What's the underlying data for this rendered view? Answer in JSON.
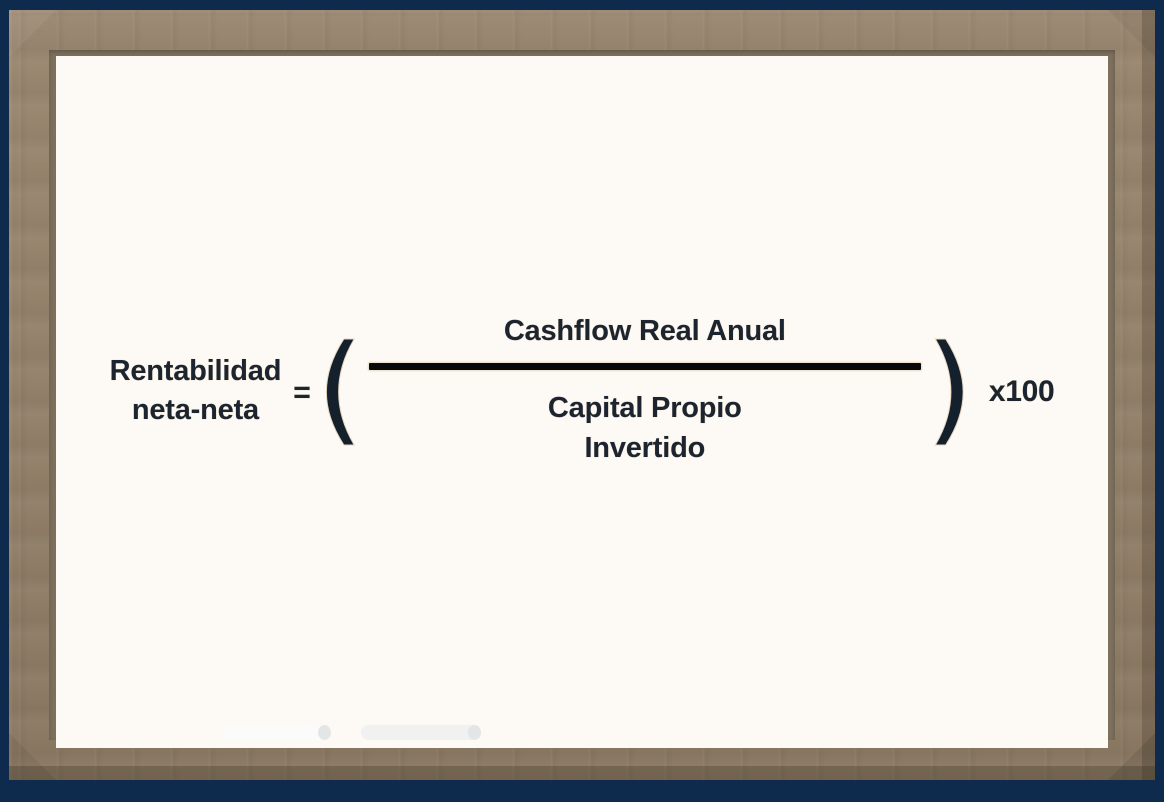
{
  "scene": {
    "background_color": "#0e2a4d",
    "frame_color": "#93816a",
    "frame_inner_lip_color": "#7d705c",
    "board_color": "#fdfaf5",
    "ink_color": "#1c2430",
    "ink_outline_color": "#ece0cd"
  },
  "formula": {
    "left_hand_side": "Rentabilidad\nneta-neta",
    "equals_sign": "=",
    "open_paren": "(",
    "numerator": "Cashflow Real Anual",
    "fraction_bar": "",
    "denominator": "Capital Propio\nInvertido",
    "close_paren": ")",
    "multiplier": "x100"
  },
  "markers": [
    {
      "name": "whiteboard-marker-white",
      "color": "#fbfbfb",
      "cap_color": "#e3e6e6"
    },
    {
      "name": "whiteboard-marker-gray",
      "color": "#f1f1f1",
      "cap_color": "#e3e6e6"
    }
  ]
}
